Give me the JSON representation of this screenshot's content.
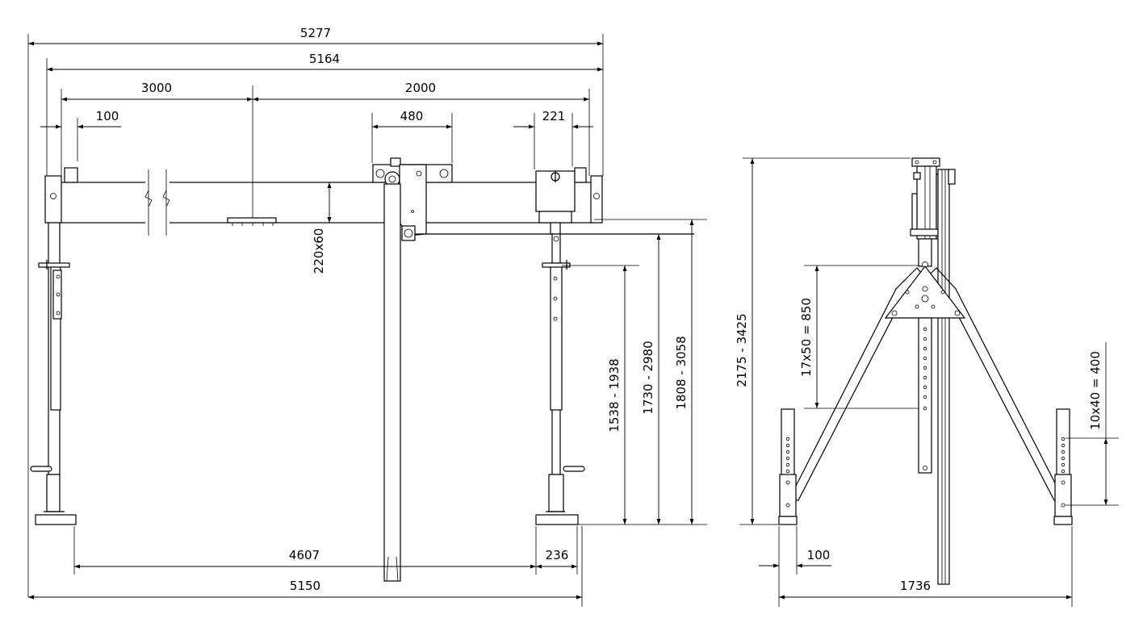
{
  "front_view": {
    "overall_width_top": "5277",
    "beam_length": "5164",
    "left_span": "3000",
    "right_span": "2000",
    "end_offset_left": "100",
    "trolley_width": "480",
    "end_carriage_width": "221",
    "beam_section": "220x60",
    "height_range_1": "1538 - 1938",
    "height_range_2": "1730 - 2980",
    "height_range_3": "1808 - 3058",
    "inner_base_span": "4607",
    "foot_width": "236",
    "overall_base_width": "5150"
  },
  "side_view": {
    "overall_height_range": "2175 - 3425",
    "column_adjust": "17x50 = 850",
    "leg_adjust": "10x40 = 400",
    "foot_offset": "100",
    "base_width": "1736"
  }
}
